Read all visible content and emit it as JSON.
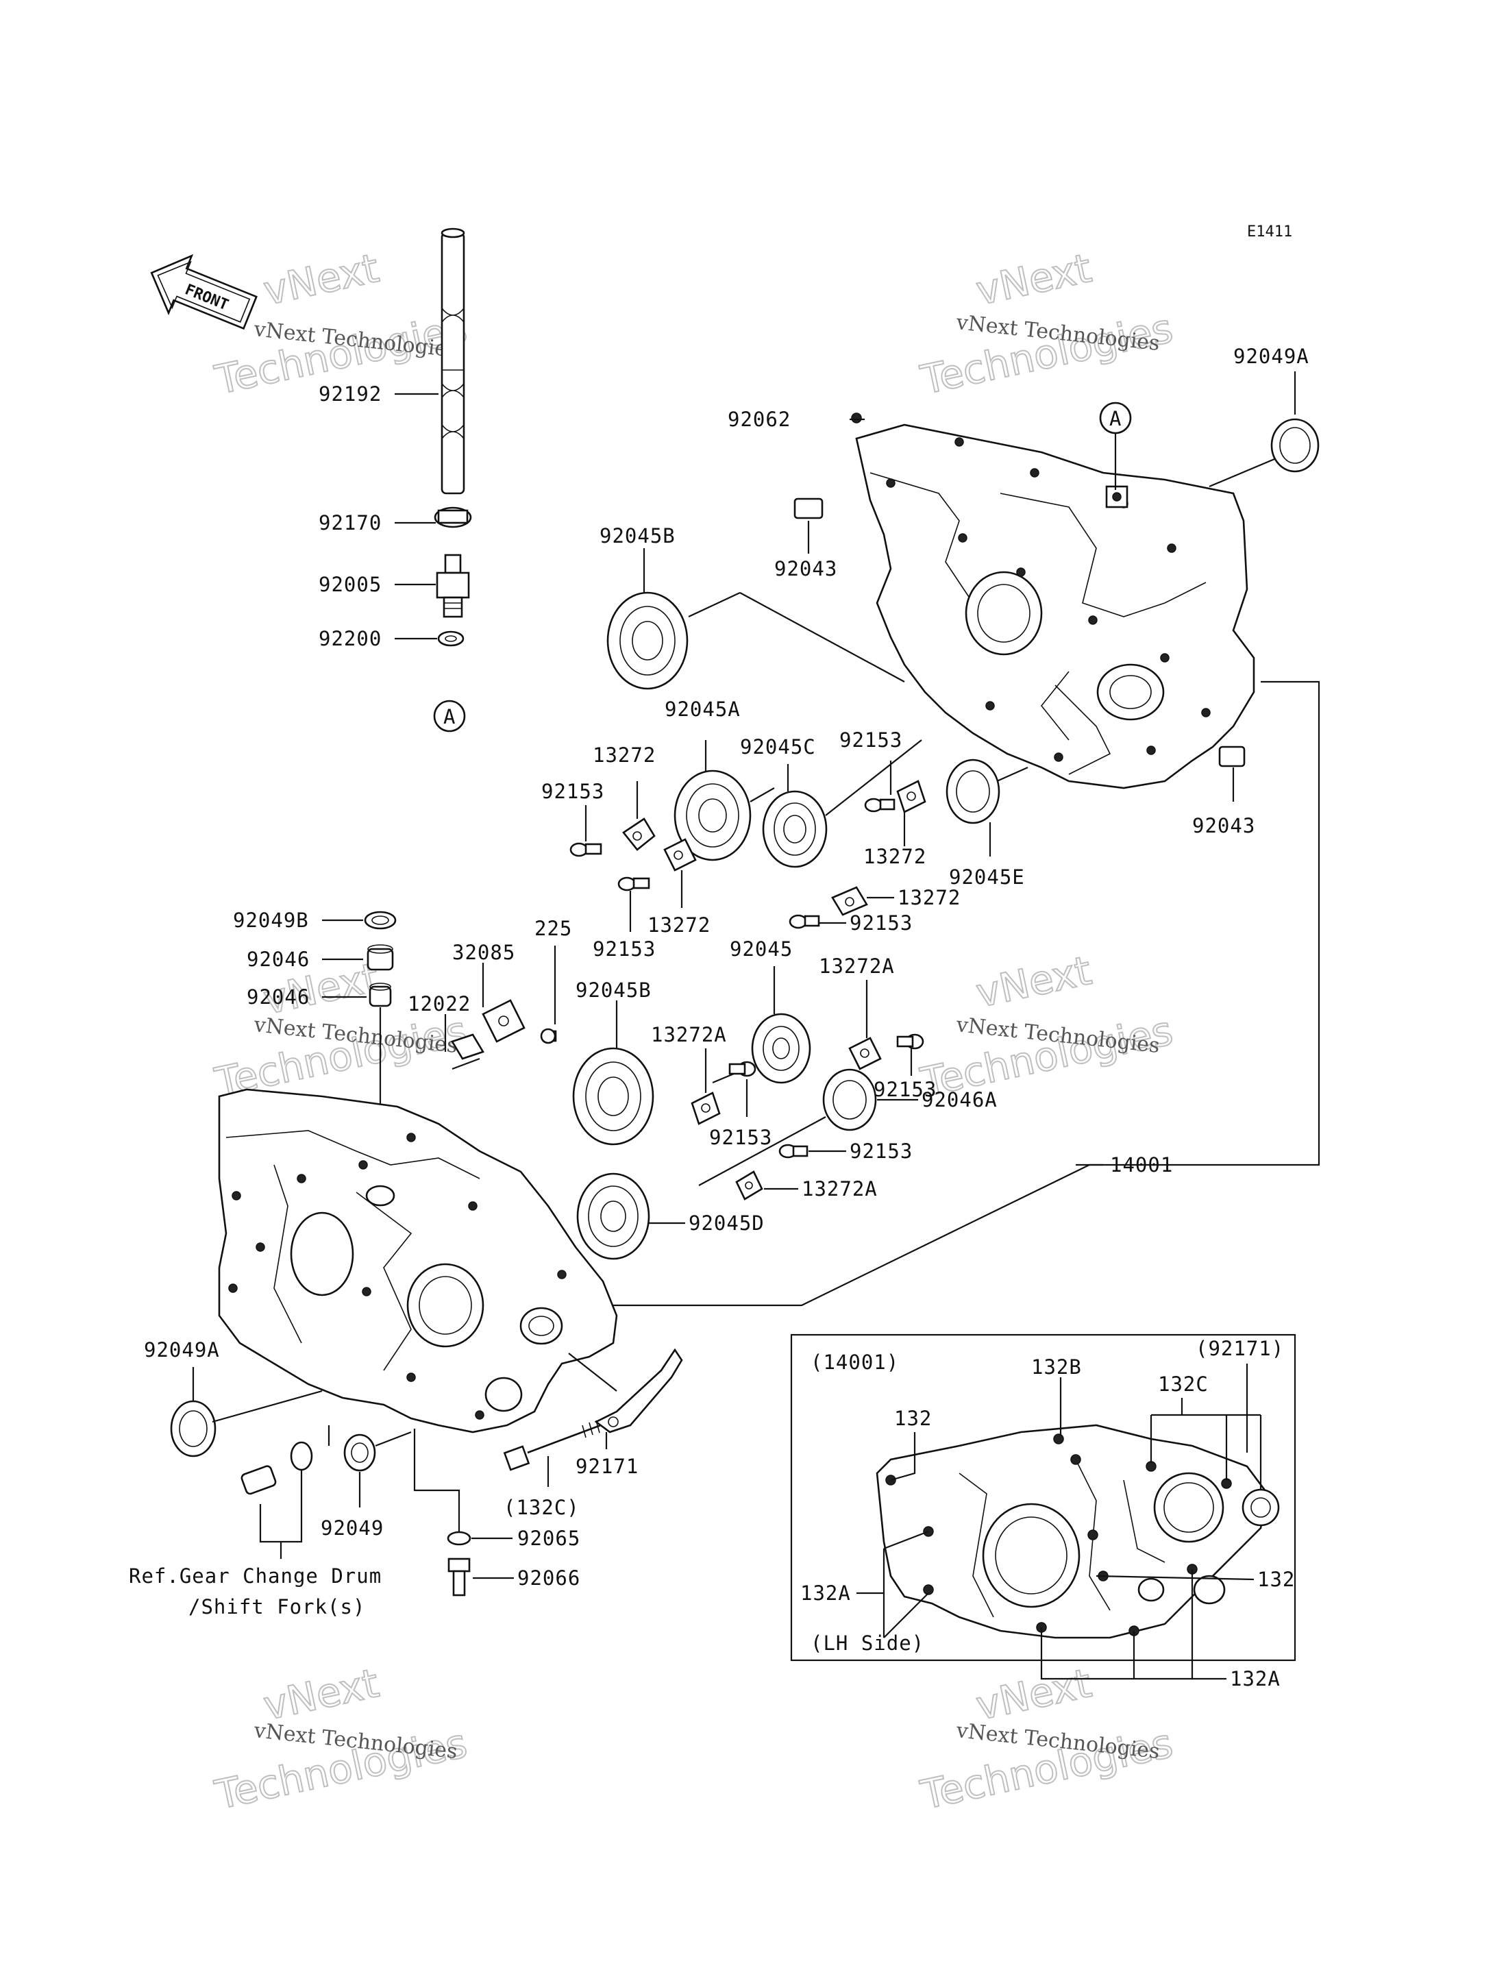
{
  "diagram_code": "E1411",
  "front_arrow": "FRONT",
  "watermark": {
    "line1": "vNext Technologies",
    "line2": "vNext",
    "line3": "Technologies"
  },
  "labels": {
    "p92192": "92192",
    "p92170": "92170",
    "p92005": "92005",
    "p92200": "92200",
    "ref_a1": "A",
    "ref_a2": "A",
    "p92062": "92062",
    "p92043_top": "92043",
    "p92043_right": "92043",
    "p92049A_top": "92049A",
    "p92045B_top": "92045B",
    "p92045A": "92045A",
    "p92045C": "92045C",
    "p92153_a": "92153",
    "p13272_a": "13272",
    "p92153_b": "92153",
    "p13272_b": "13272",
    "p92153_c": "92153",
    "p13272_c": "13272",
    "p92045E": "92045E",
    "p13272_d": "13272",
    "p92153_d": "92153",
    "p92049B": "92049B",
    "p92046_a": "92046",
    "p92046_b": "92046",
    "p32085": "32085",
    "p225": "225",
    "p12022": "12022",
    "p92045B_mid": "92045B",
    "p92045": "92045",
    "p13272A_a": "13272A",
    "p13272A_b": "13272A",
    "p92153_e": "92153",
    "p92153_f": "92153",
    "p92046A": "92046A",
    "p92153_g": "92153",
    "p13272A_c": "13272A",
    "p14001": "14001",
    "p92045D": "92045D",
    "p92049A_bottom": "92049A",
    "p92049": "92049",
    "p92065": "92065",
    "p92066": "92066",
    "p132C_paren": "(132C)",
    "p92171": "92171",
    "ref_line1": "Ref.Gear Change Drum",
    "ref_line2": "/Shift Fork(s)"
  },
  "inset": {
    "title": "(14001)",
    "note": "(92171)",
    "side": "(LH Side)",
    "l132_a": "132",
    "l132B": "132B",
    "l132C": "132C",
    "l132A_left": "132A",
    "l132_right": "132",
    "l132A_bottom": "132A"
  }
}
